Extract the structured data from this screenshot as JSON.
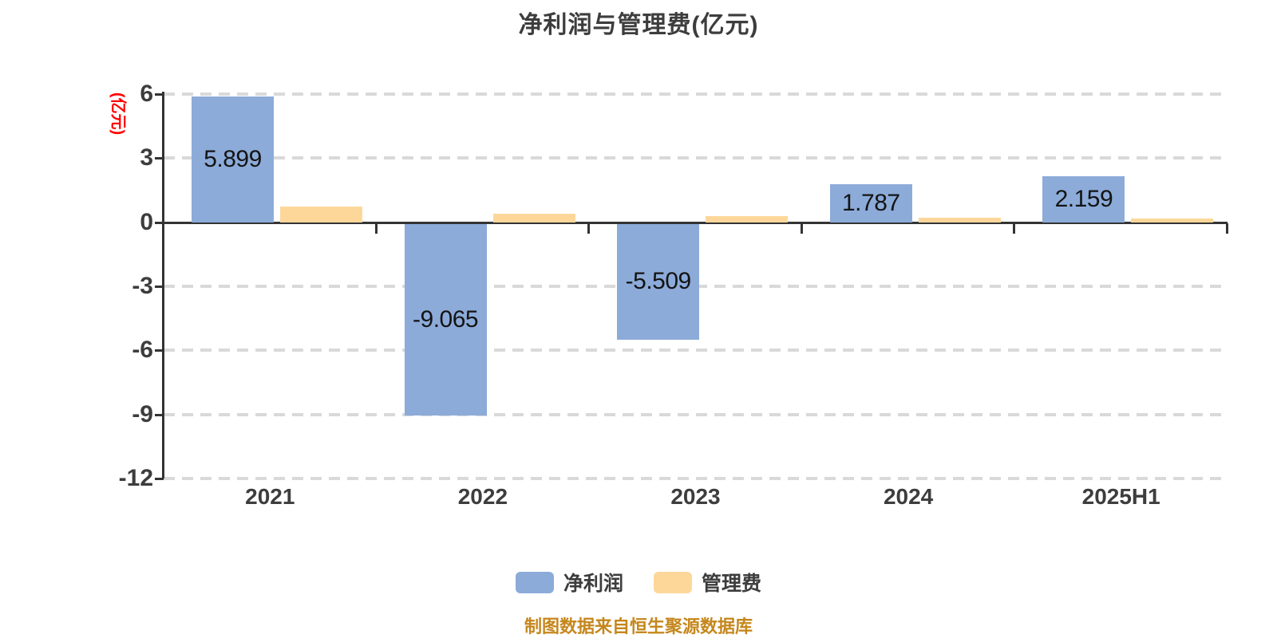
{
  "colors": {
    "net_profit_bar": "#8cabd9",
    "mgmt_fee_bar": "#fdd79a",
    "axis_line": "#333333",
    "gridline": "#d9d9d9",
    "axis_text": "#3d3d3d",
    "y_axis_name": "#ff0000",
    "value_label": "#141414",
    "source_text": "#c5871d"
  },
  "chart_data": {
    "type": "bar",
    "title": "净利润与管理费(亿元)",
    "ylabel": "(亿元)",
    "source_note": "制图数据来自恒生聚源数据库",
    "categories": [
      "2021",
      "2022",
      "2023",
      "2024",
      "2025H1"
    ],
    "series": [
      {
        "name": "净利润",
        "color": "#8cabd9",
        "values": [
          5.899,
          -9.065,
          -5.509,
          1.787,
          2.159
        ],
        "labels": [
          "5.899",
          "-9.065",
          "-5.509",
          "1.787",
          "2.159"
        ],
        "show_labels": true
      },
      {
        "name": "管理费",
        "color": "#fdd79a",
        "values": [
          0.75,
          0.41,
          0.29,
          0.21,
          0.16
        ],
        "labels": [
          "",
          "",
          "",
          "",
          ""
        ],
        "show_labels": false
      }
    ],
    "y_ticks": [
      6,
      3,
      0,
      -3,
      -6,
      -9,
      -12
    ],
    "ylim": [
      -12,
      6
    ],
    "grid": "dashed",
    "legend_position": "bottom"
  }
}
